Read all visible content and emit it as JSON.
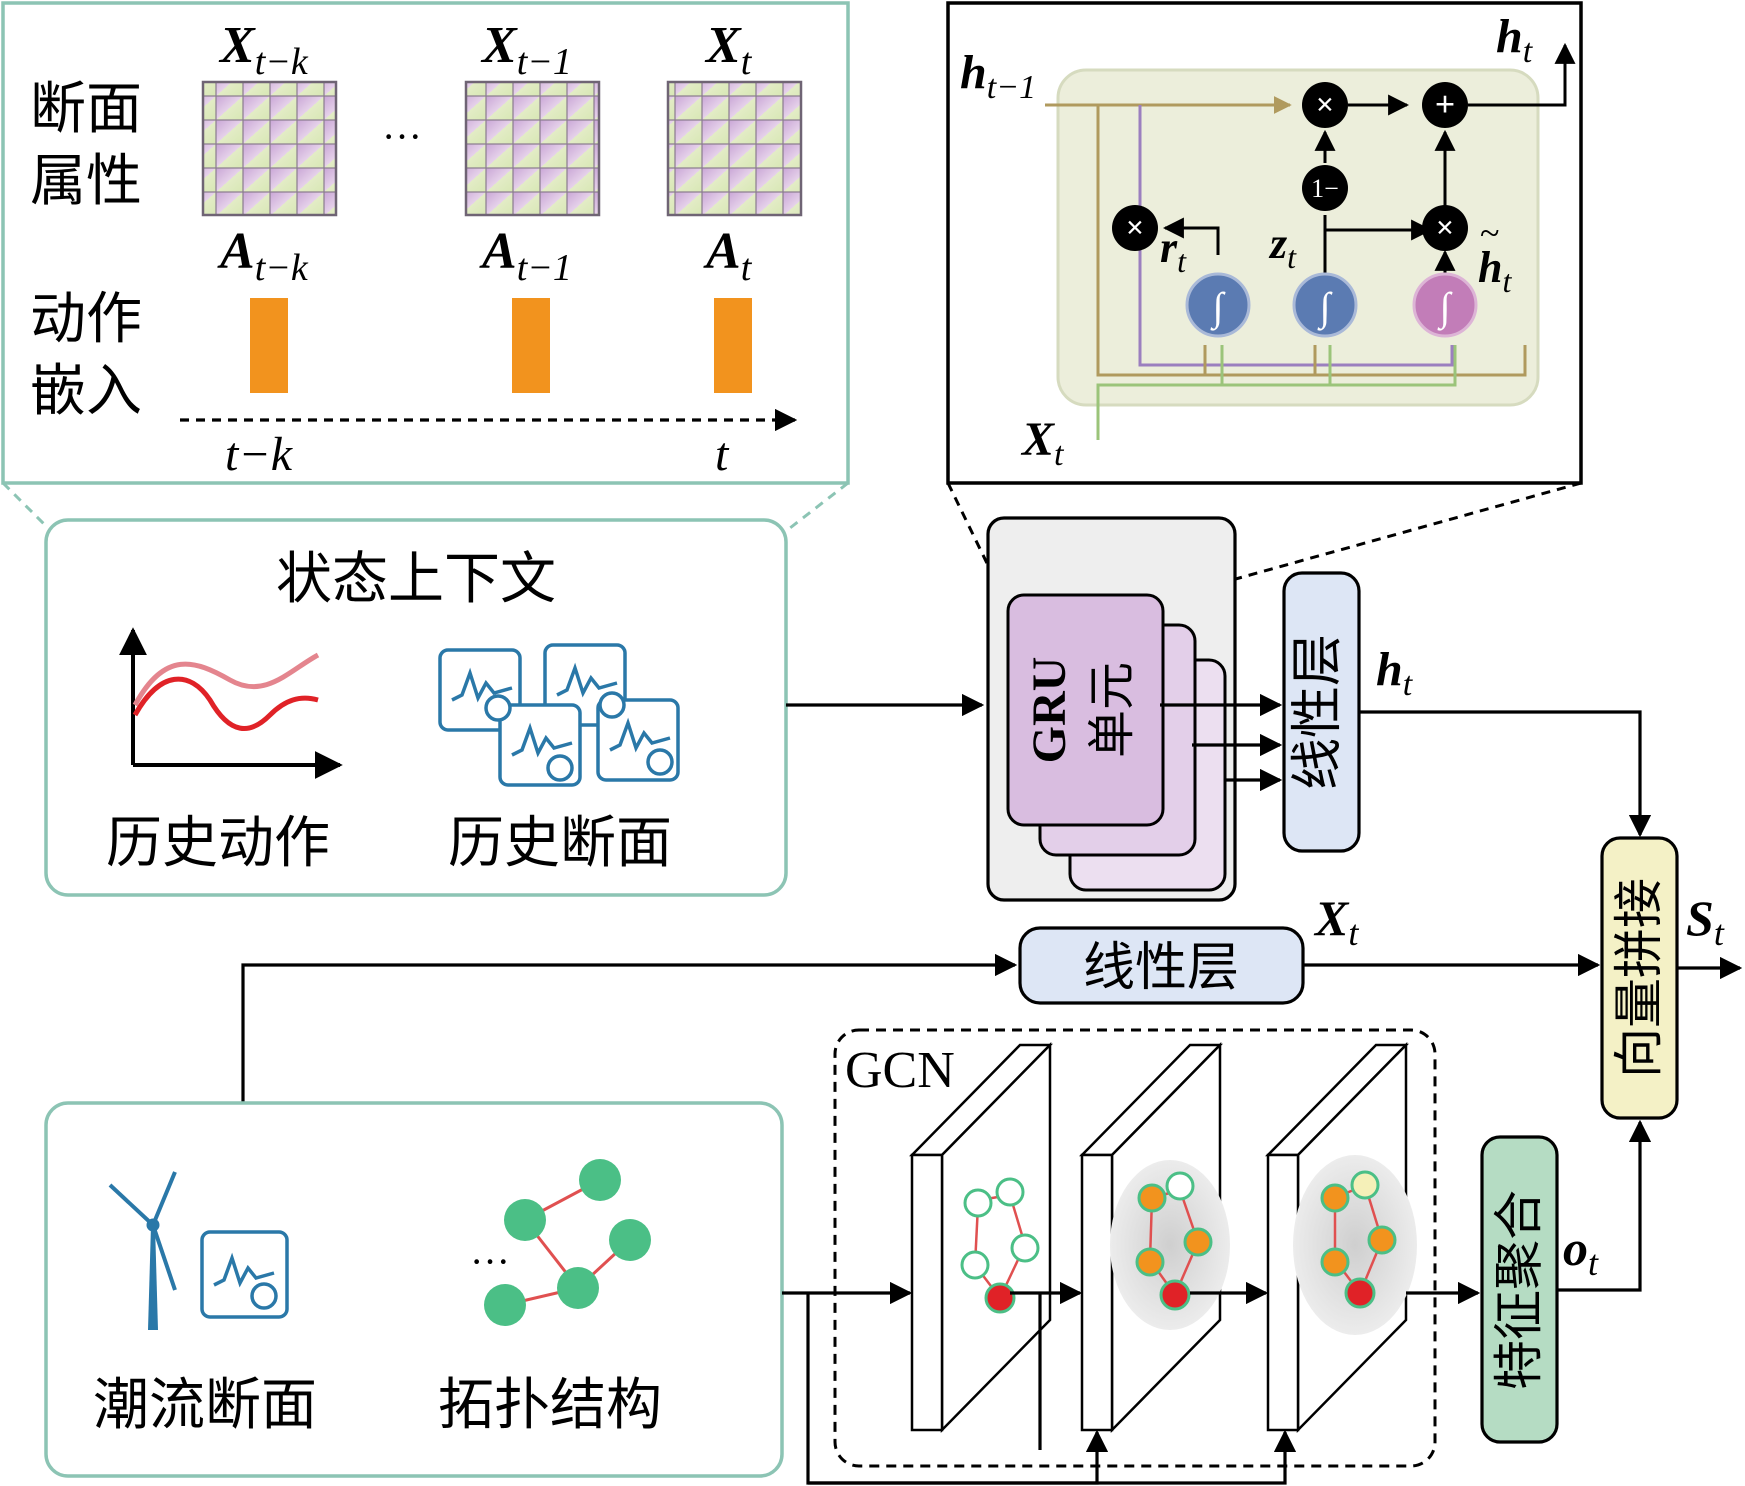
{
  "inset_left": {
    "row1_label_line1": "断面",
    "row1_label_line2": "属性",
    "row2_label_line1": "动作",
    "row2_label_line2": "嵌入",
    "x_labels": [
      {
        "main": "X",
        "sub": "t−k"
      },
      {
        "main": "X",
        "sub": "t−1"
      },
      {
        "main": "X",
        "sub": "t"
      }
    ],
    "a_labels": [
      {
        "main": "A",
        "sub": "t−k"
      },
      {
        "main": "A",
        "sub": "t−1"
      },
      {
        "main": "A",
        "sub": "t"
      }
    ],
    "ellipsis": "···",
    "axis_start": "t−k",
    "axis_end": "t"
  },
  "state_context": {
    "title": "状态上下文",
    "history_action": "历史动作",
    "history_section": "历史断面"
  },
  "gru": {
    "unit_label_line1": "GRU",
    "unit_label_line2": "单元",
    "linear_label": "线性层",
    "output": {
      "main": "h",
      "sub": "t"
    }
  },
  "gru_cell": {
    "h_prev": {
      "main": "h",
      "sub": "t−1"
    },
    "h_out": {
      "main": "h",
      "sub": "t"
    },
    "x_in": {
      "main": "X",
      "sub": "t"
    },
    "r": {
      "main": "r",
      "sub": "t"
    },
    "z": {
      "main": "z",
      "sub": "t"
    },
    "h_tilde": {
      "main": "h",
      "sub": "t",
      "accent": "~"
    },
    "one_minus": "1−",
    "ops": {
      "mul": "×",
      "add": "+",
      "sigma": "∫"
    }
  },
  "lower": {
    "linear_label": "线性层",
    "linear_output": {
      "main": "X",
      "sub": "t"
    },
    "power_flow": "潮流断面",
    "topology": "拓扑结构",
    "ellipsis": "···",
    "gcn_label": "GCN",
    "aggregation": "特征聚合",
    "agg_output": {
      "main": "o",
      "sub": "t"
    },
    "concat": "向量拼接",
    "final_output": {
      "main": "S",
      "sub": "t"
    }
  },
  "colors": {
    "teal_border": "#8cc4b4",
    "matrix_purple": "#c9a6d6",
    "matrix_green": "#d7e7b4",
    "action_orange": "#f2931e",
    "curve_red": "#e02227",
    "curve_pink": "#e4858e",
    "icon_blue": "#2a78a8",
    "gru_purple": "#d9bde0",
    "linear_blue": "#dde6f5",
    "concat_yellow": "#f4f1c6",
    "agg_green": "#b5dcc3",
    "node_green": "#4bbf86",
    "edge_red": "#e05050",
    "cell_bg": "#eceedb",
    "sigma_blue": "#5b7bb2",
    "sigma_pink": "#c27db8",
    "wire_brown": "#b09a5e",
    "wire_purple": "#9b7fbf",
    "wire_green": "#9bc47a"
  }
}
